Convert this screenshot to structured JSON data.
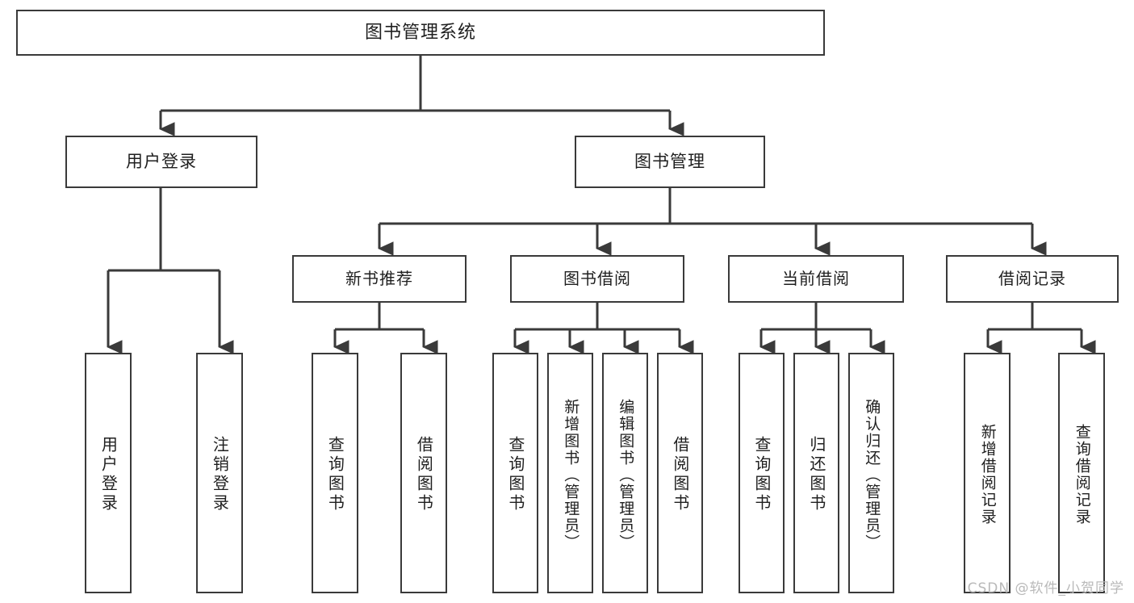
{
  "diagram": {
    "title": "图书管理系统",
    "type": "hierarchy-tree",
    "root": {
      "id": "root",
      "label": "图书管理系统"
    },
    "level2": [
      {
        "id": "user-login",
        "label": "用户登录"
      },
      {
        "id": "book-manage",
        "label": "图书管理"
      }
    ],
    "level3": [
      {
        "id": "new-book-recommend",
        "label": "新书推荐"
      },
      {
        "id": "book-borrow",
        "label": "图书借阅"
      },
      {
        "id": "current-borrow",
        "label": "当前借阅"
      },
      {
        "id": "borrow-record",
        "label": "借阅记录"
      }
    ],
    "leaves": [
      {
        "id": "leaf-user-login",
        "label": "用户登录",
        "parent": "user-login"
      },
      {
        "id": "leaf-logout-login",
        "label": "注销登录",
        "parent": "user-login"
      },
      {
        "id": "leaf-query-book-1",
        "label": "查询图书",
        "parent": "new-book-recommend"
      },
      {
        "id": "leaf-borrow-book-1",
        "label": "借阅图书",
        "parent": "new-book-recommend"
      },
      {
        "id": "leaf-query-book-2",
        "label": "查询图书",
        "parent": "book-borrow"
      },
      {
        "id": "leaf-add-book",
        "label": "新增图书（管理员）",
        "parent": "book-borrow"
      },
      {
        "id": "leaf-edit-book",
        "label": "编辑图书（管理员）",
        "parent": "book-borrow"
      },
      {
        "id": "leaf-borrow-book-2",
        "label": "借阅图书",
        "parent": "book-borrow"
      },
      {
        "id": "leaf-query-book-3",
        "label": "查询图书",
        "parent": "current-borrow"
      },
      {
        "id": "leaf-return-book",
        "label": "归还图书",
        "parent": "current-borrow"
      },
      {
        "id": "leaf-confirm-return",
        "label": "确认归还（管理员）",
        "parent": "current-borrow"
      },
      {
        "id": "leaf-add-record",
        "label": "新增借阅记录",
        "parent": "borrow-record"
      },
      {
        "id": "leaf-query-record",
        "label": "查询借阅记录",
        "parent": "borrow-record"
      }
    ],
    "colors": {
      "stroke": "#3a3a3a",
      "text": "#1f1f1f",
      "background": "#ffffff",
      "watermark": "#b9b9b9"
    }
  },
  "watermark": {
    "text": "CSDN @软件_小贺同学"
  }
}
